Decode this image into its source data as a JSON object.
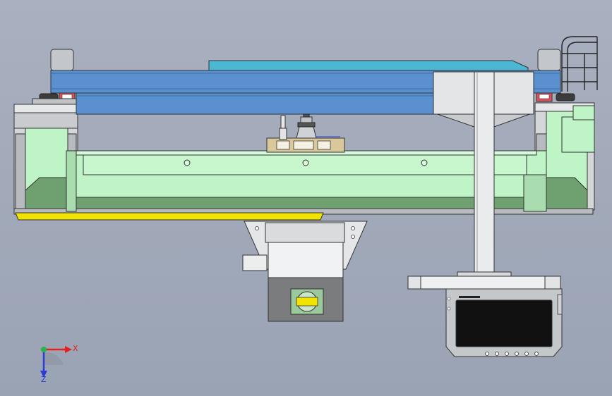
{
  "view": {
    "background_top": "#a9b0bf",
    "background_bottom": "#9aa3b4"
  },
  "axes": {
    "x_label": "X",
    "y_label": "Z",
    "x_color": "#e3231b",
    "y_color": "#2b3bd6",
    "origin_color": "#27b34a"
  },
  "colors": {
    "beam_blue": "#5b90cf",
    "beam_cyan": "#4bb7d4",
    "frame_green": "#bff5c6",
    "frame_dark_green": "#6fa06f",
    "yellow_strip": "#f2e400",
    "grey_part": "#d4d6d8",
    "rail_red": "#e0505a",
    "screen_black": "#111111"
  },
  "parts": [
    "main-frame",
    "upper-blue-beam",
    "lower-blue-beam",
    "cyan-rail",
    "vertical-column",
    "spindle-assembly",
    "motor-gearbox",
    "control-panel"
  ]
}
